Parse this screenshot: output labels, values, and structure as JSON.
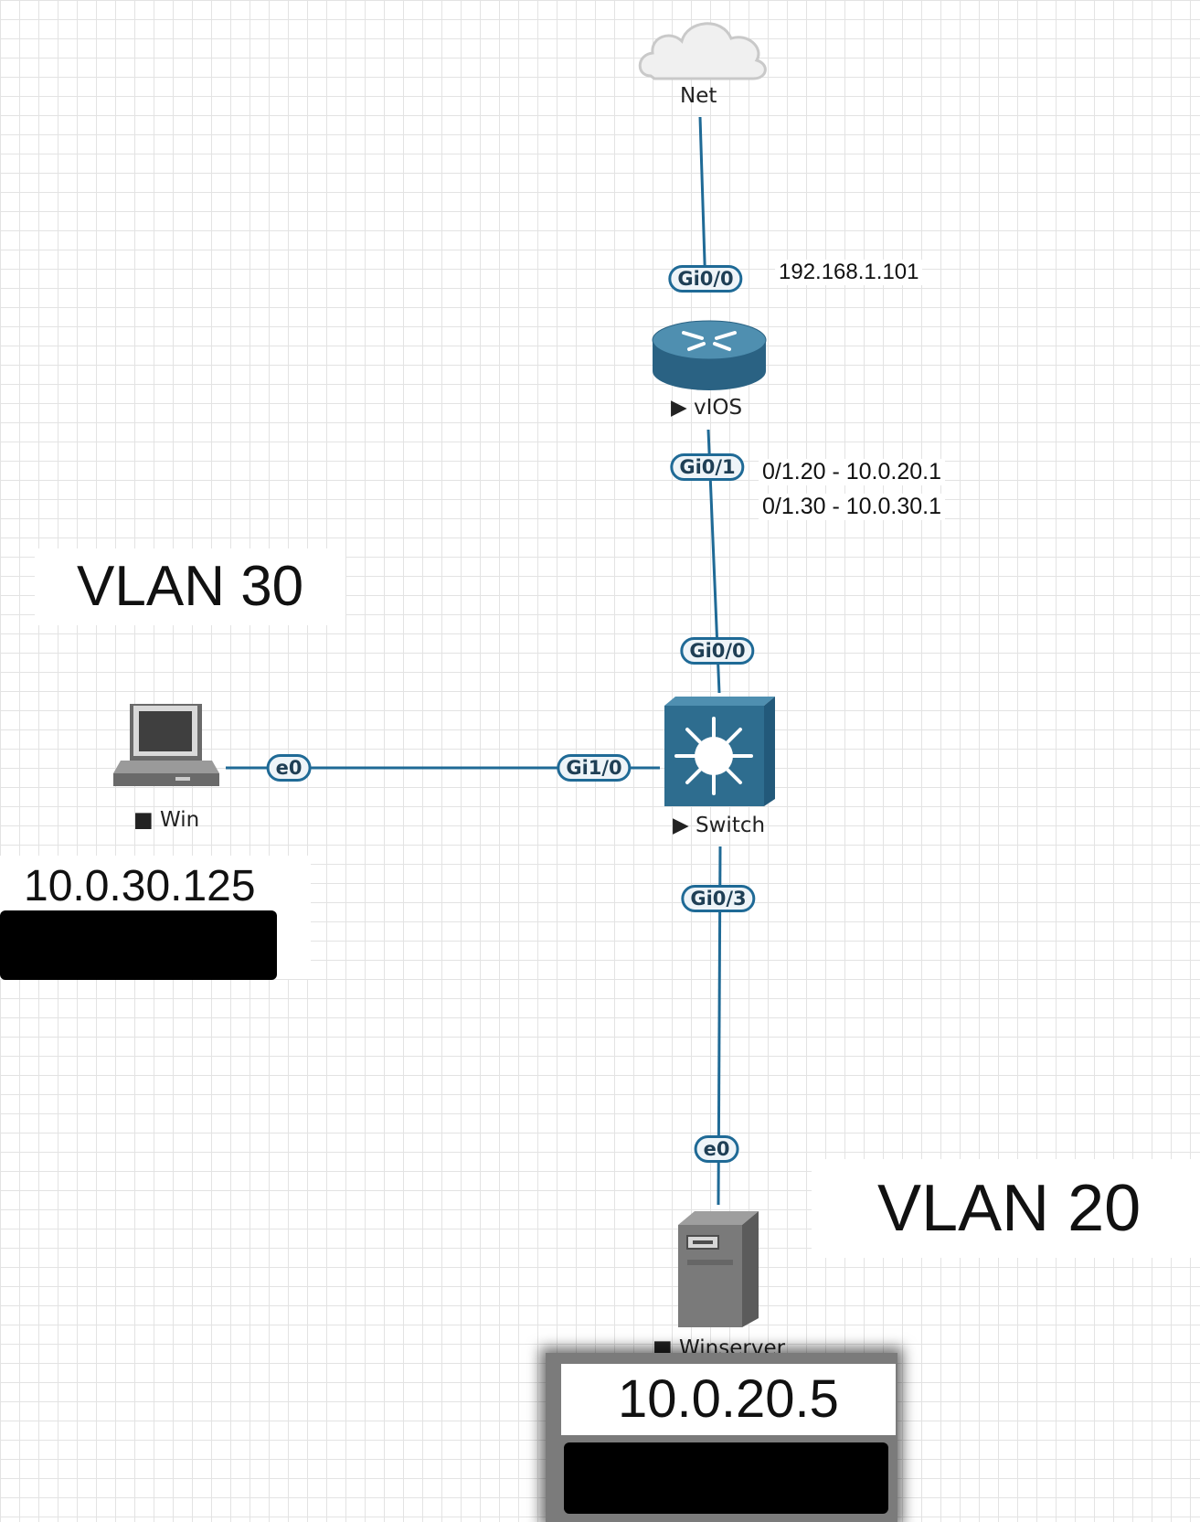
{
  "nodes": {
    "net": {
      "label": "Net"
    },
    "router": {
      "label": "vIOS",
      "state_glyph": "▶"
    },
    "switch": {
      "label": "Switch",
      "state_glyph": "▶"
    },
    "win": {
      "label": "Win",
      "state_glyph": "■"
    },
    "winserver": {
      "label": "Winserver",
      "state_glyph": "■"
    }
  },
  "ports": {
    "router_gi00": "Gi0/0",
    "router_gi01": "Gi0/1",
    "switch_gi00": "Gi0/0",
    "switch_gi10": "Gi1/0",
    "switch_gi03": "Gi0/3",
    "win_e0": "e0",
    "winserver_e0": "e0"
  },
  "notes": {
    "wan_ip": "192.168.1.101",
    "subif_20": "0/1.20 - 10.0.20.1",
    "subif_30": "0/1.30 - 10.0.30.1",
    "vlan30": "VLAN 30",
    "vlan20": "VLAN 20",
    "win_ip": "10.0.30.125",
    "winserver_ip": "10.0.20.5"
  },
  "colors": {
    "link": "#1f6a96",
    "device_blue": "#2e6d8f",
    "grid": "#e3e3e3"
  },
  "icons": {
    "net": "cloud-icon",
    "router": "router-icon",
    "switch": "layer3-switch-icon",
    "win": "desktop-pc-icon",
    "winserver": "server-tower-icon"
  }
}
